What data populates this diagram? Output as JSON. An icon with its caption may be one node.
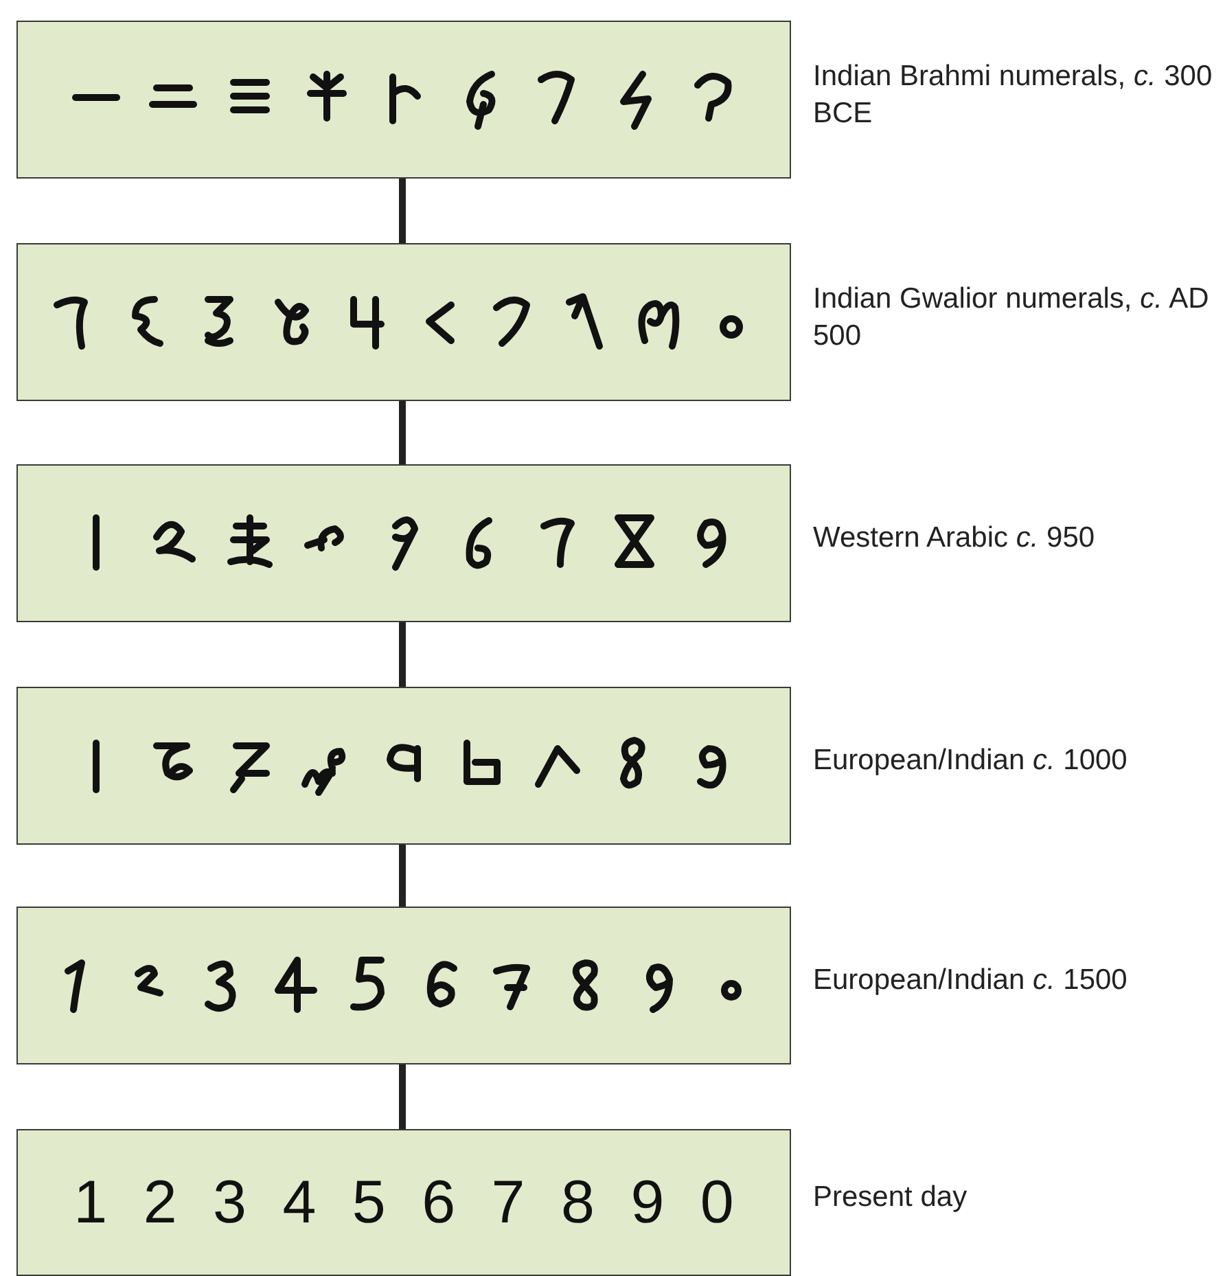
{
  "diagram": {
    "nodes": [
      {
        "text": [],
        "shape": "picture",
        "beside": [
          "Indian Brahmi numerals, *c.* 300 BCE"
        ]
      },
      {
        "text": [],
        "shape": "picture",
        "beside": [
          "Indian Gwalior numerals, *c.* AD 500"
        ]
      },
      {
        "text": [],
        "shape": "picture",
        "beside": [
          "Western Arabic *c.* 950"
        ]
      },
      {
        "text": [],
        "shape": "picture",
        "beside": [
          "European/Indian *c.* 1000"
        ]
      },
      {
        "text": [],
        "shape": "picture",
        "beside": [
          "European/Indian *c.* 1500"
        ]
      },
      {
        "text": [
          "1 2 3 4 5 6 7 8 9 0"
        ],
        "beside": [
          "Present day"
        ]
      }
    ],
    "edges": [
      {
        "from": 0,
        "to": 1,
        "arrow": "none"
      },
      {
        "from": 1,
        "to": 2,
        "arrow": "none"
      },
      {
        "from": 2,
        "to": 3,
        "arrow": "none"
      },
      {
        "from": 3,
        "to": 4,
        "arrow": "none"
      },
      {
        "from": 4,
        "to": 5,
        "arrow": "none"
      }
    ]
  }
}
